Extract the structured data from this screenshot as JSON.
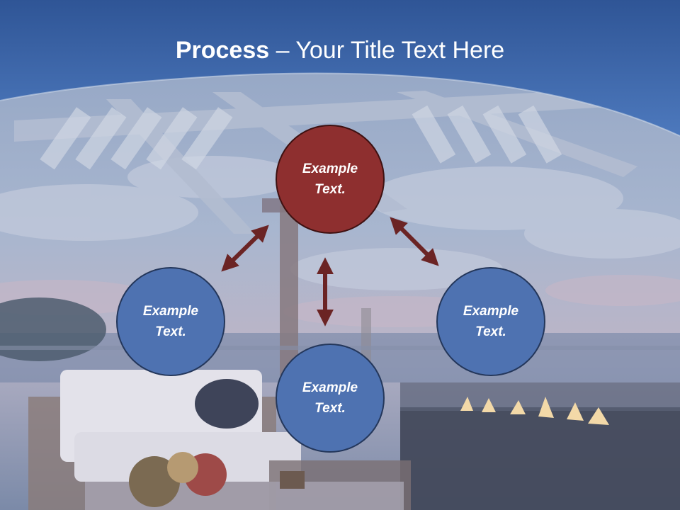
{
  "slide": {
    "title_bold": "Process",
    "title_rest": " – Your Title Text Here"
  },
  "nodes": {
    "top": {
      "line1": "Example",
      "line2": "Text.",
      "color": "#8e2f2f"
    },
    "left": {
      "line1": "Example",
      "line2": "Text.",
      "color": "#4e72b1"
    },
    "right": {
      "line1": "Example",
      "line2": "Text.",
      "color": "#4e72b1"
    },
    "bottom": {
      "line1": "Example",
      "line2": "Text.",
      "color": "#4e72b1"
    }
  },
  "colors": {
    "header": "#3f67ad",
    "arrow": "#6b2424",
    "accent_node": "#8e2f2f",
    "node": "#4e72b1"
  }
}
